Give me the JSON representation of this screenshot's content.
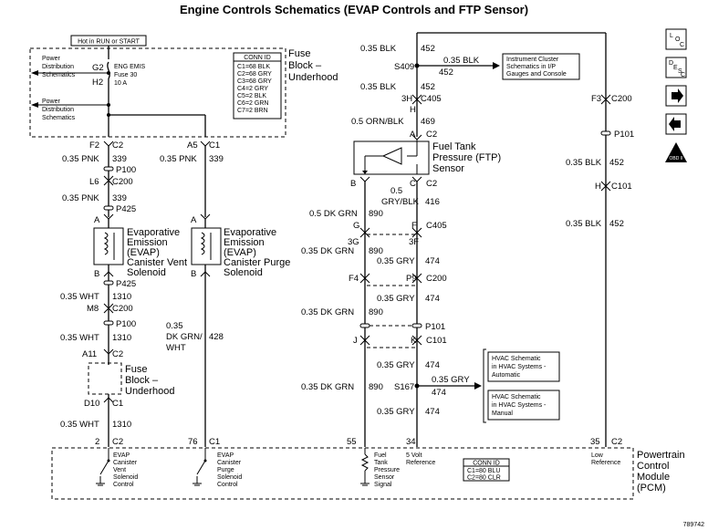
{
  "title": "Engine Controls Schematics (EVAP Controls and FTP Sensor)",
  "figure_id": "789742",
  "fuse_block": {
    "hot_label": "Hot in RUN or START",
    "pd1": [
      "Power",
      "Distribution",
      "Schematics"
    ],
    "pd2": [
      "Power",
      "Distribution",
      "Schematics"
    ],
    "g2": "G2",
    "h2": "H2",
    "fuse": [
      "ENG EMIS",
      "Fuse 30",
      "10 A"
    ],
    "name": [
      "Fuse",
      "Block –",
      "Underhood"
    ],
    "conn_title": "CONN ID",
    "conn": [
      "C1=68 BLK",
      "C2=68 GRY",
      "C3=68 GRY",
      "C4=2 GRY",
      "C5=2 BLK",
      "C6=2 GRN",
      "C7=2 BRN"
    ]
  },
  "vent_circuit": {
    "f2": "F2",
    "c2": "C2",
    "pnk1": "0.35 PNK",
    "n339a": "339",
    "p100": "P100",
    "l6": "L6",
    "c200": "C200",
    "pnk2": "0.35 PNK",
    "n339b": "339",
    "p425a": "P425",
    "a": "A",
    "solenoid": [
      "Evaporative",
      "Emission",
      "(EVAP)",
      "Canister Vent",
      "Solenoid"
    ],
    "b": "B",
    "p425b": "P425",
    "wht1": "0.35 WHT",
    "n1310a": "1310",
    "m8": "M8",
    "c200b": "C200",
    "p100b": "P100",
    "wht2": "0.35 WHT",
    "n1310b": "1310",
    "a11": "A11",
    "c2b": "C2",
    "fuse_block2": [
      "Fuse",
      "Block –",
      "Underhood"
    ],
    "d10": "D10",
    "c1": "C1",
    "wht3": "0.35 WHT",
    "n1310c": "1310",
    "pin": "2",
    "pin_c": "C2"
  },
  "purge_circuit": {
    "a5": "A5",
    "c1": "C1",
    "pnk": "0.35 PNK",
    "n339": "339",
    "a": "A",
    "solenoid": [
      "Evaporative",
      "Emission",
      "(EVAP)",
      "Canister Purge",
      "Solenoid"
    ],
    "b": "B",
    "wire": [
      "0.35",
      "DK GRN/",
      "WHT"
    ],
    "n428": "428",
    "pin": "76",
    "pin_c": "C1"
  },
  "ftp_circuit": {
    "blk1": "0.35 BLK",
    "n452a": "452",
    "s409": "S409",
    "blk2": "0.35 BLK",
    "n452b": "452",
    "ic_box": [
      "Instrument Cluster",
      "Schematics in I/P",
      "Gauges and Console"
    ],
    "blk3": "0.35 BLK",
    "n452c": "452",
    "h3": "3H",
    "c405": "C405",
    "h": "H",
    "orn": "0.5 ORN/BLK",
    "n469": "469",
    "a": "A",
    "c2": "C2",
    "sensor": [
      "Fuel Tank",
      "Pressure (FTP)",
      "Sensor"
    ],
    "b": "B",
    "c": "C",
    "c2b": "C2",
    "gry05": [
      "0.5",
      "GRY/BLK"
    ],
    "n416": "416",
    "dkgrn05": "0.5 DK GRN",
    "n890a": "890",
    "g": "G",
    "f": "F",
    "c405b": "C405",
    "g3": "3G",
    "f3": "3F",
    "dkgrn1": "0.35 DK GRN",
    "n890b": "890",
    "gry1": "0.35 GRY",
    "n474a": "474",
    "f4": "F4",
    "p9": "P9",
    "c200": "C200",
    "gry2": "0.35 GRY",
    "n474b": "474",
    "dkgrn2": "0.35 DK GRN",
    "n890c": "890",
    "p101": "P101",
    "j": "J",
    "k": "K",
    "c101": "C101",
    "gry3": "0.35 GRY",
    "n474c": "474",
    "dkgrn3": "0.35 DK GRN",
    "n890d": "890",
    "s167": "S167",
    "gry4": "0.35 GRY",
    "n474d": "474",
    "hvac1": [
      "HVAC Schematic",
      "in HVAC Systems -",
      "Automatic"
    ],
    "hvac2": [
      "HVAC Schematic",
      "in HVAC Systems -",
      "Manual"
    ],
    "gry5": "0.35 GRY",
    "n474e": "474",
    "pin55": "55",
    "pin34": "34"
  },
  "low_ref_circuit": {
    "f3": "F3",
    "c200": "C200",
    "p101": "P101",
    "blk1": "0.35 BLK",
    "n452a": "452",
    "h": "H",
    "c101": "C101",
    "blk2": "0.35 BLK",
    "n452b": "452",
    "pin": "35",
    "pin_c": "C2"
  },
  "pcm": {
    "name": [
      "Powertrain",
      "Control",
      "Module",
      "(PCM)"
    ],
    "vent_label": [
      "EVAP",
      "Canister",
      "Vent",
      "Solenoid",
      "Control"
    ],
    "purge_label": [
      "EVAP",
      "Canister",
      "Purge",
      "Solenoid",
      "Control"
    ],
    "ftp_label": [
      "Fuel",
      "Tank",
      "Pressure",
      "Sensor",
      "Signal"
    ],
    "ref5_label": [
      "5 Volt",
      "Reference"
    ],
    "low_label": [
      "Low",
      "Reference"
    ],
    "conn_title": "CONN ID",
    "conn": [
      "C1=80 BLU",
      "C2=80 CLR"
    ]
  },
  "nav": {
    "loc": [
      "L",
      "O",
      "C"
    ],
    "desc": [
      "D",
      "E",
      "S",
      "C"
    ],
    "obd": "OBD II"
  }
}
